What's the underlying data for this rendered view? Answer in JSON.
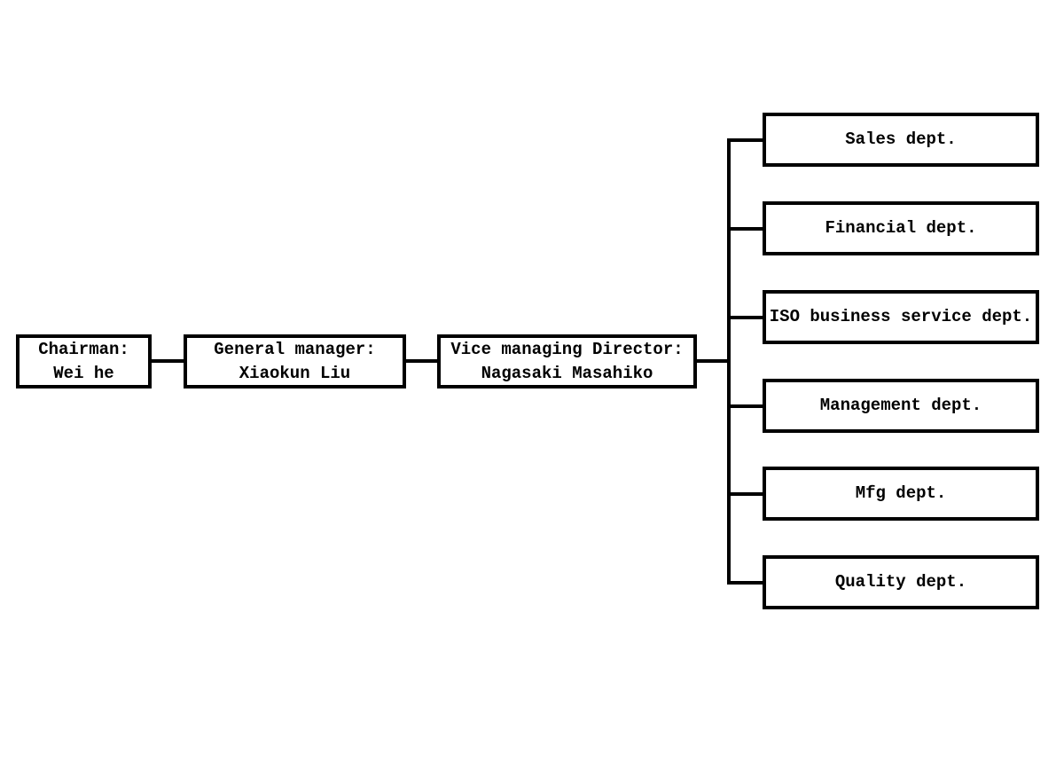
{
  "org_chart": {
    "chain": [
      {
        "id": "chairman",
        "title": "Chairman:",
        "person": "Wei he"
      },
      {
        "id": "general-manager",
        "title": "General manager:",
        "person": "Xiaokun Liu"
      },
      {
        "id": "vice-managing-director",
        "title": "Vice managing Director:",
        "person": "Nagasaki Masahiko"
      }
    ],
    "departments": [
      {
        "label": "Sales dept."
      },
      {
        "label": "Financial dept."
      },
      {
        "label": "ISO business service dept."
      },
      {
        "label": "Management dept."
      },
      {
        "label": "Mfg dept."
      },
      {
        "label": "Quality dept."
      }
    ],
    "colors": {
      "line": "#000000",
      "box_fill": "#ffffff",
      "text": "#000000",
      "background": "#ffffff"
    }
  }
}
